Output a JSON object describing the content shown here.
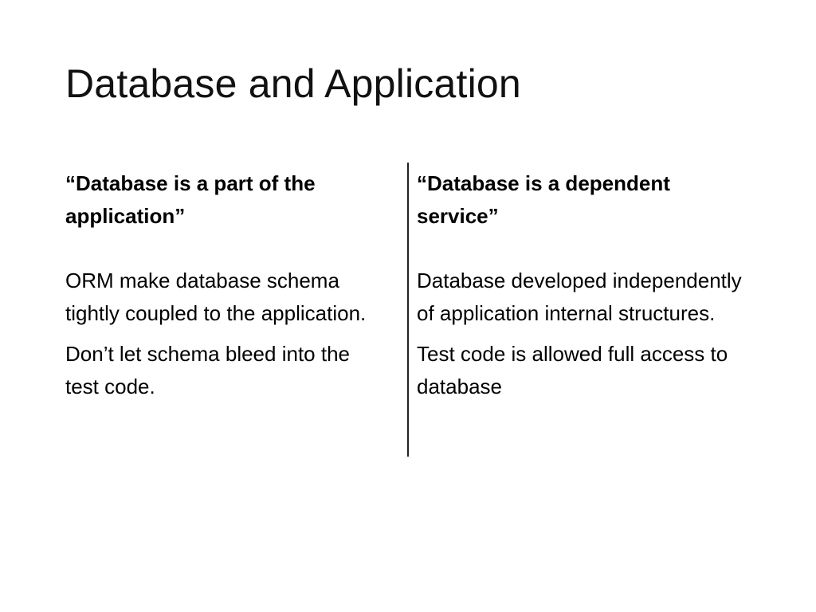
{
  "slide": {
    "title": "Database and Application",
    "left_column": {
      "heading": "“Database is a part of the application”",
      "paragraphs": [
        "ORM make database schema tightly coupled to the application.",
        "Don’t let schema bleed into the test code."
      ]
    },
    "right_column": {
      "heading": "“Database is a dependent service”",
      "paragraphs": [
        "Database developed independently of application internal structures.",
        "Test code is allowed full access to database"
      ]
    }
  }
}
